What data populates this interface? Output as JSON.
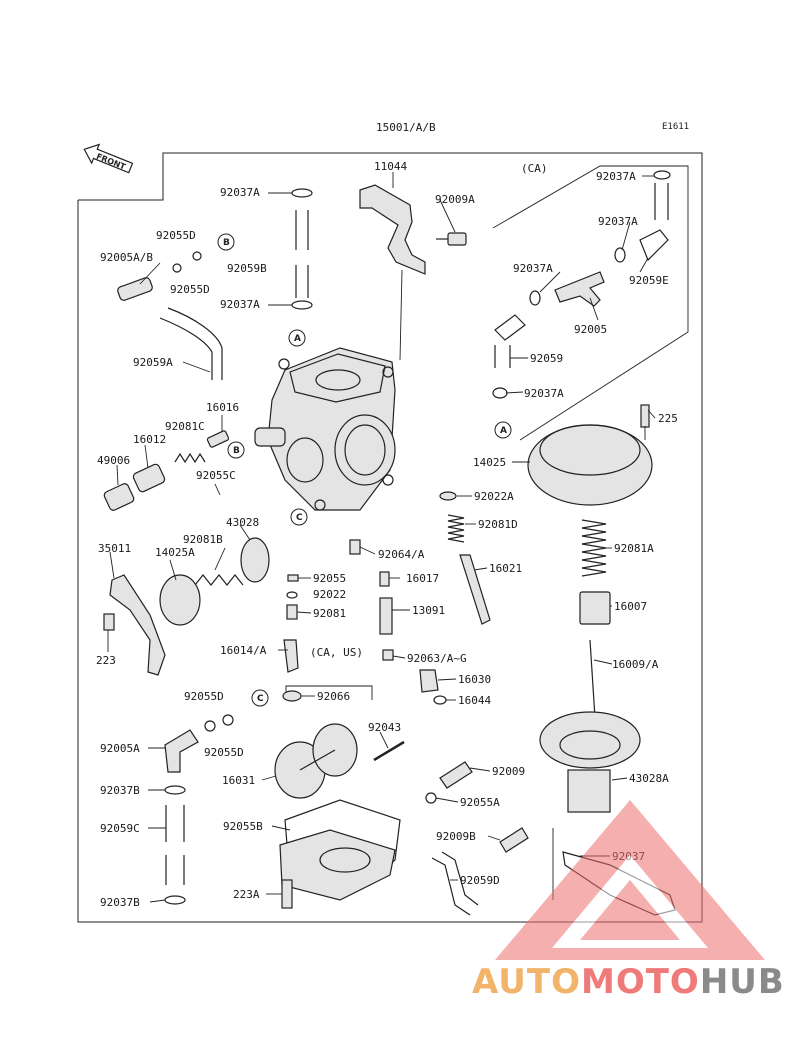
{
  "header": {
    "assembly_number": "15001/A/B",
    "figure_code": "E1611",
    "front_label": "FRONT"
  },
  "callouts": {
    "A": "A",
    "B": "B",
    "C": "C"
  },
  "notes": {
    "ca": "(CA)",
    "ca_us": "(CA, US)"
  },
  "parts": {
    "p11044": "11044",
    "p92037A_1": "92037A",
    "p92009A": "92009A",
    "p92037A_2": "92037A",
    "p92055D_1": "92055D",
    "p92005AB": "92005A/B",
    "p92059B": "92059B",
    "p92055D_2": "92055D",
    "p92037A_3": "92037A",
    "p92037A_4": "92037A",
    "p92037A_5": "92037A",
    "p92059E": "92059E",
    "p92005": "92005",
    "p92059": "92059",
    "p92037A_6": "92037A",
    "p92059A": "92059A",
    "p16016": "16016",
    "p92081C": "92081C",
    "p16012": "16012",
    "p49006": "49006",
    "p92055C": "92055C",
    "p43028": "43028",
    "p225": "225",
    "p14025": "14025",
    "p92022A": "92022A",
    "p92081D": "92081D",
    "p92081B": "92081B",
    "p35011": "35011",
    "p14025A": "14025A",
    "p92064A": "92064/A",
    "p16021": "16021",
    "p92081A": "92081A",
    "p92055": "92055",
    "p16017": "16017",
    "p92022": "92022",
    "p92081": "92081",
    "p13091": "13091",
    "p16007": "16007",
    "p223": "223",
    "p16014A": "16014/A",
    "p92063AG": "92063/A~G",
    "p16009A": "16009/A",
    "p16030": "16030",
    "p16044": "16044",
    "p92055D_3": "92055D",
    "p92066": "92066",
    "p92043": "92043",
    "p92005A": "92005A",
    "p92055D_4": "92055D",
    "p16031": "16031",
    "p92009": "92009",
    "p43028A": "43028A",
    "p92037B_1": "92037B",
    "p92055A": "92055A",
    "p92059C": "92059C",
    "p92055B": "92055B",
    "p92009B": "92009B",
    "p92037": "92037",
    "p92059D": "92059D",
    "p223A": "223A",
    "p92037B_2": "92037B"
  },
  "watermark": {
    "part1": "AUTO",
    "part2": "MOTO",
    "part3": "HUB",
    "colors": {
      "orange": "#f2b46a",
      "red": "#ef7a7a",
      "gray": "#8a8a8a"
    }
  }
}
